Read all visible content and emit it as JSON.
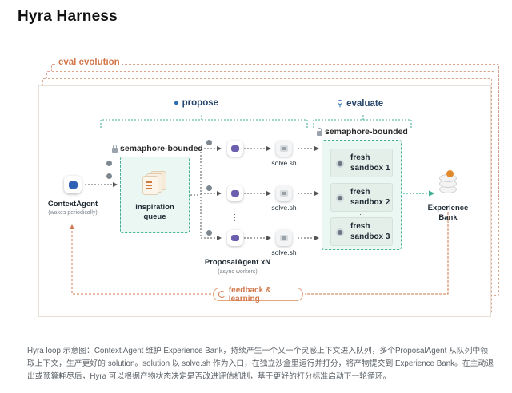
{
  "title": "Hyra Harness",
  "diagram": {
    "eval_evolution": "eval evolution",
    "propose": "propose",
    "evaluate": "evaluate",
    "semaphore_left": "semaphore-bounded",
    "semaphore_right": "semaphore-bounded",
    "context_agent": {
      "label": "ContextAgent",
      "sub": "(wakes periodically)"
    },
    "queue": {
      "label": "inspiration\nqueue"
    },
    "solve_label": "solve.sh",
    "proposal_agent": {
      "label": "ProposalAgent xN",
      "sub": "(async workers)"
    },
    "sandboxes": [
      "fresh\nsandbox 1",
      "fresh\nsandbox 2",
      "fresh\nsandbox 3"
    ],
    "experience_bank": {
      "label": "Experience\nBank"
    },
    "feedback": "feedback & learning",
    "icons": [
      "context-agent-icon",
      "inspiration-queue-icon",
      "proposal-agent-icon",
      "solve-script-icon",
      "sandbox-icon",
      "experience-bank-icon",
      "lightbulb-icon",
      "magnifier-icon",
      "lock-icon",
      "cycle-icon"
    ],
    "colors": {
      "accent_orange": "#d2774a",
      "sandbox_green": "#3fae93",
      "section_blue": "#27476b"
    }
  },
  "caption": "Hyra loop 示意图：Context Agent 维护 Experience Bank，持续产生一个又一个灵感上下文进入队列，多个ProposalAgent 从队列中领取上下文，生产更好的 solution。solution 以 solve.sh 作为入口，在独立沙盒里运行并打分，将产物提交到 Experience Bank。在主动退出或预算耗尽后，Hyra 可以根据产物状态决定是否改进评估机制，基于更好的打分标准启动下一轮循环。"
}
